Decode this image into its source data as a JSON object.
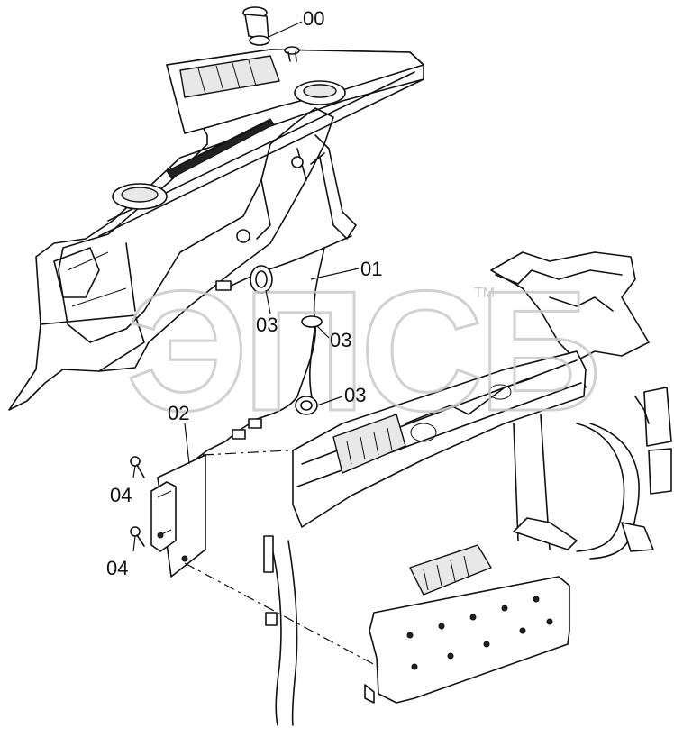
{
  "callouts": {
    "c00": "00",
    "c01": "01",
    "c02": "02",
    "c03a": "03",
    "c03b": "03",
    "c03c": "03",
    "c04a": "04",
    "c04b": "04"
  },
  "watermark": {
    "text": "ЭПСБ",
    "tm": "TM",
    "color": "#c9c9c9"
  }
}
